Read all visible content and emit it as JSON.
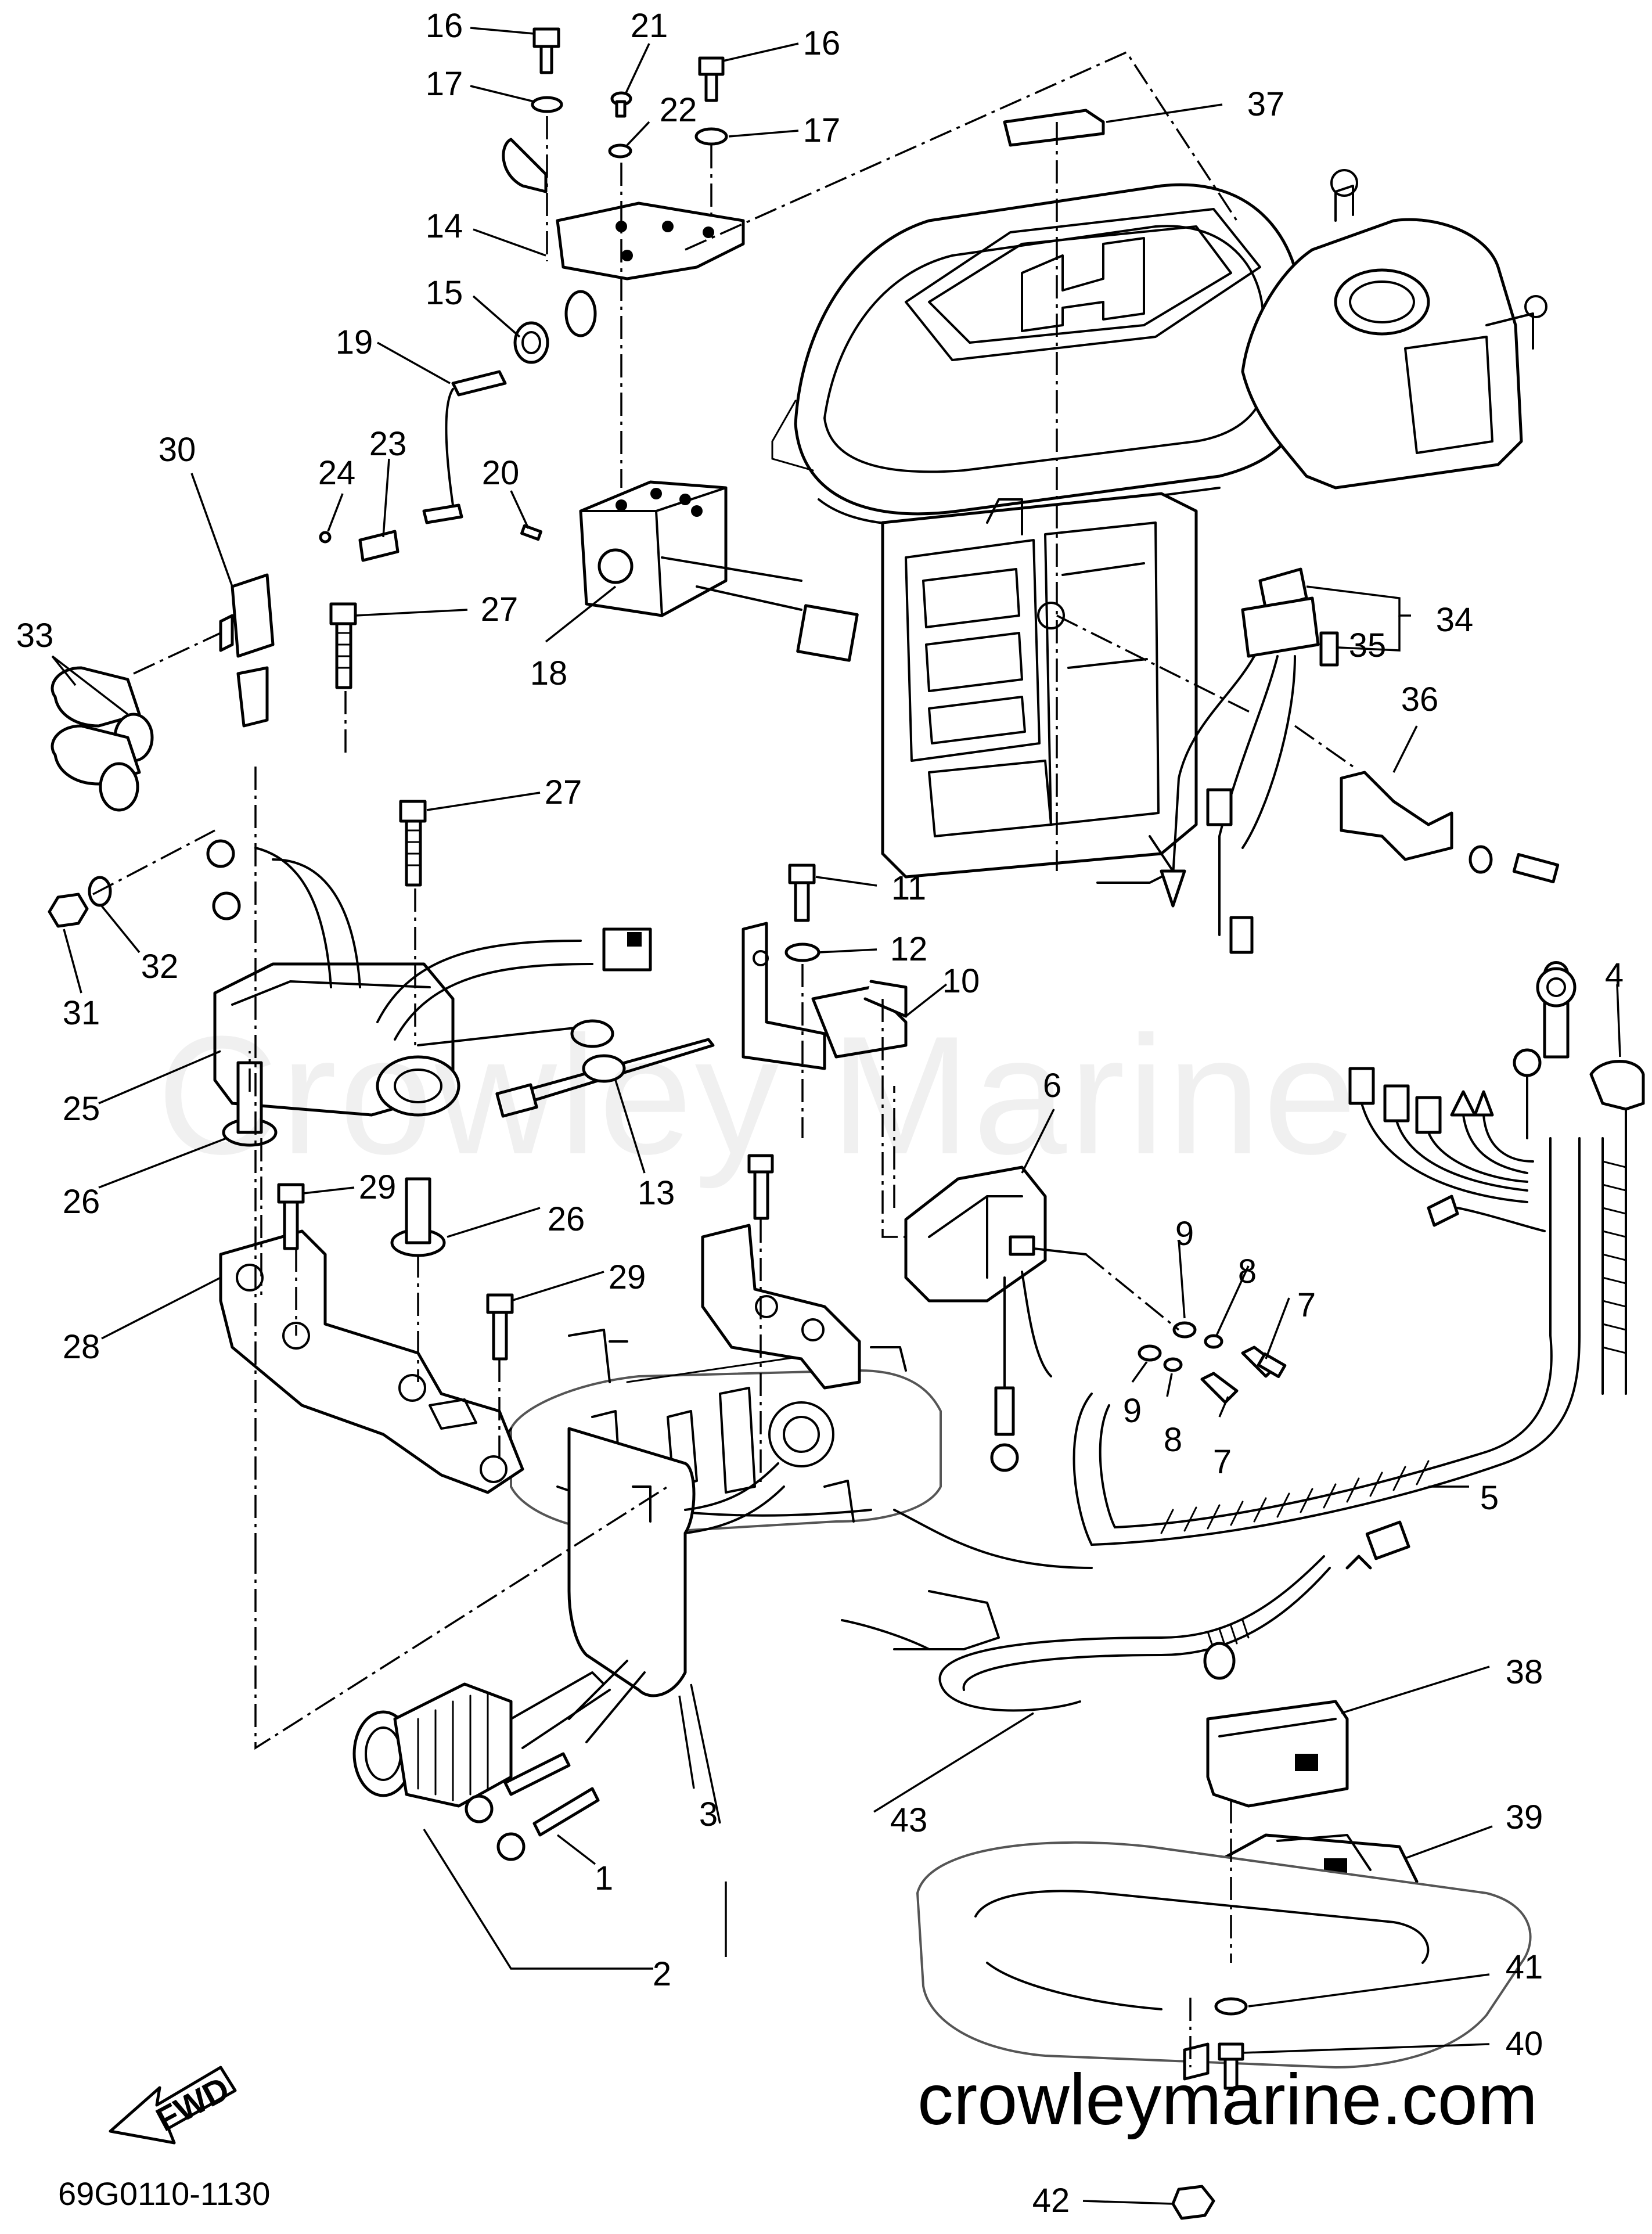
{
  "diagram_id": "69G0110-1130",
  "watermark": "Crowley Marine",
  "site_url": "crowleymarine.com",
  "fwd_label": "FWD",
  "callouts": [
    {
      "id": "c16a",
      "text": "16"
    },
    {
      "id": "c21",
      "text": "21"
    },
    {
      "id": "c16b",
      "text": "16"
    },
    {
      "id": "c17a",
      "text": "17"
    },
    {
      "id": "c22",
      "text": "22"
    },
    {
      "id": "c17b",
      "text": "17"
    },
    {
      "id": "c37",
      "text": "37"
    },
    {
      "id": "c14",
      "text": "14"
    },
    {
      "id": "c15",
      "text": "15"
    },
    {
      "id": "c19",
      "text": "19"
    },
    {
      "id": "c30",
      "text": "30"
    },
    {
      "id": "c24",
      "text": "24"
    },
    {
      "id": "c23",
      "text": "23"
    },
    {
      "id": "c20",
      "text": "20"
    },
    {
      "id": "c27a",
      "text": "27"
    },
    {
      "id": "c33",
      "text": "33"
    },
    {
      "id": "c18",
      "text": "18"
    },
    {
      "id": "c34",
      "text": "34"
    },
    {
      "id": "c35",
      "text": "35"
    },
    {
      "id": "c36",
      "text": "36"
    },
    {
      "id": "c27b",
      "text": "27"
    },
    {
      "id": "c11",
      "text": "11"
    },
    {
      "id": "c12",
      "text": "12"
    },
    {
      "id": "c10",
      "text": "10"
    },
    {
      "id": "c4",
      "text": "4"
    },
    {
      "id": "c32",
      "text": "32"
    },
    {
      "id": "c31",
      "text": "31"
    },
    {
      "id": "c25",
      "text": "25"
    },
    {
      "id": "c13",
      "text": "13"
    },
    {
      "id": "c6",
      "text": "6"
    },
    {
      "id": "c26a",
      "text": "26"
    },
    {
      "id": "c29a",
      "text": "29"
    },
    {
      "id": "c26b",
      "text": "26"
    },
    {
      "id": "c9a",
      "text": "9"
    },
    {
      "id": "c8a",
      "text": "8"
    },
    {
      "id": "c7a",
      "text": "7"
    },
    {
      "id": "c29b",
      "text": "29"
    },
    {
      "id": "c28",
      "text": "28"
    },
    {
      "id": "c9b",
      "text": "9"
    },
    {
      "id": "c8b",
      "text": "8"
    },
    {
      "id": "c7b",
      "text": "7"
    },
    {
      "id": "c5",
      "text": "5"
    },
    {
      "id": "c38",
      "text": "38"
    },
    {
      "id": "c3",
      "text": "3"
    },
    {
      "id": "c43",
      "text": "43"
    },
    {
      "id": "c39",
      "text": "39"
    },
    {
      "id": "c1",
      "text": "1"
    },
    {
      "id": "c41",
      "text": "41"
    },
    {
      "id": "c2",
      "text": "2"
    },
    {
      "id": "c40",
      "text": "40"
    },
    {
      "id": "c42",
      "text": "42"
    }
  ]
}
